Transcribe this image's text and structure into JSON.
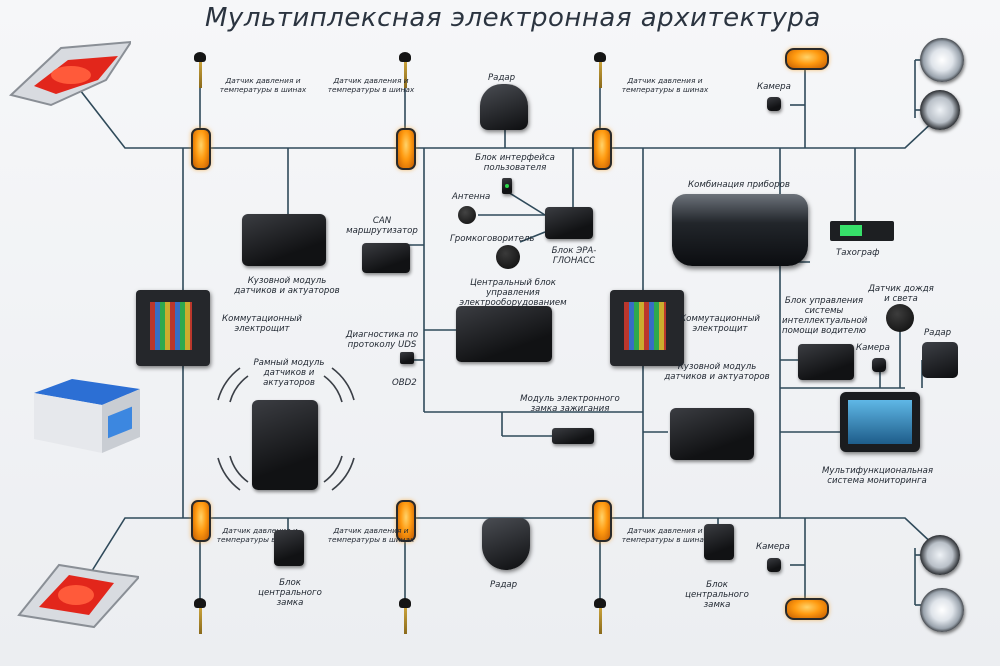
{
  "title": "Мультиплексная электронная архитектура",
  "colors": {
    "wire": "#2f4a5a",
    "amber": "#ff9a10",
    "board": "#eceef1",
    "label": "#1f2630"
  },
  "labels": {
    "tire_sensor": "Датчик давления и температуры в шинах",
    "radar": "Радар",
    "camera": "Камера",
    "ui_block": "Блок интерфейса пользователя",
    "antenna": "Антенна",
    "speaker": "Громкоговоритель",
    "era_glonass": "Блок ЭРА-ГЛОНАСС",
    "instrument_cluster": "Комбинация приборов",
    "tachograph": "Тахограф",
    "can_router": "CAN маршрутизатор",
    "body_module": "Кузовной модуль датчиков и актуаторов",
    "central_unit": "Центральный блок управления электрооборудованием",
    "switchboard": "Коммутационный электрощит",
    "diagnostics": "Диагностика по протоколу UDS",
    "obd2": "OBD2",
    "frame_module": "Рамный модуль датчиков и актуаторов",
    "ignition_lock": "Модуль электронного замка зажигания",
    "adas_unit": "Блок управления системы интеллектуальной помощи водителю",
    "rain_light_sensor": "Датчик дождя и света",
    "monitoring_system": "Мультифункциональная система мониторинга",
    "central_lock": "Блок центрального замка"
  },
  "icons": [
    "headlamp-icon",
    "fog-lamp-icon",
    "marker-lamp-icon",
    "tire-sensor-icon",
    "battery-icon",
    "radar-icon",
    "camera-icon",
    "display-icon"
  ]
}
